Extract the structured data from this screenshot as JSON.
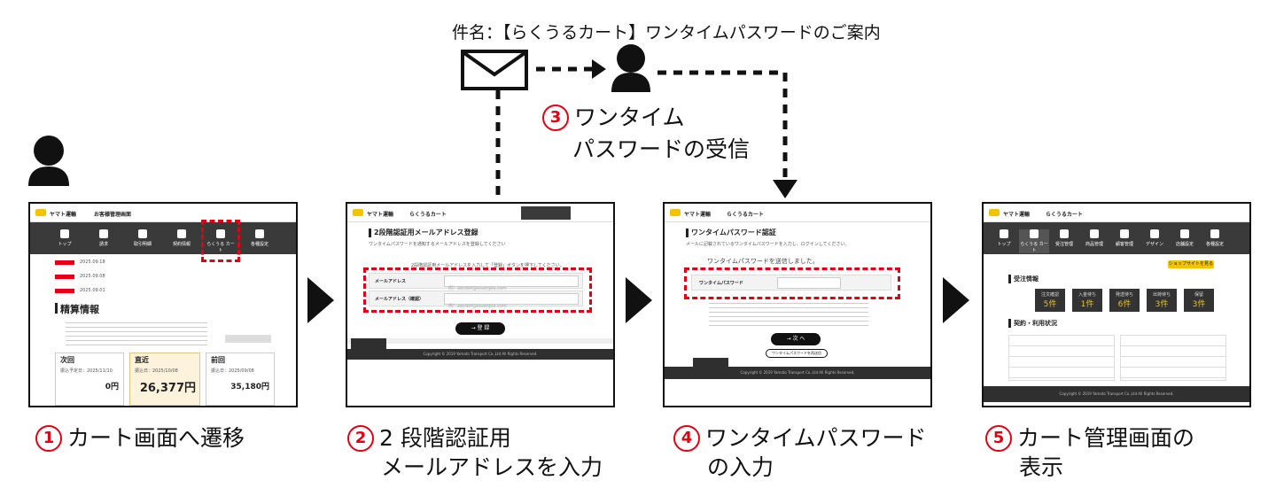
{
  "email_subject": "件名：【らくうるカート】ワンタイムパスワードのご案内",
  "steps": {
    "one": {
      "num": "1",
      "label": "カート画面へ遷移"
    },
    "two": {
      "num": "2",
      "line1": "2 段階認証用",
      "line2": "メールアドレスを入力"
    },
    "three": {
      "num": "3",
      "line1": "ワンタイム",
      "line2": "パスワードの受信"
    },
    "four": {
      "num": "4",
      "line1": "ワンタイムパスワード",
      "line2": "の入力"
    },
    "five": {
      "num": "5",
      "line1": "カート管理画面の",
      "line2": "表示"
    }
  },
  "screen1": {
    "brand": "ヤマト運輸",
    "header_title": "お客様管理画面",
    "nav": [
      "トップ",
      "請求",
      "取引明細",
      "契約情報",
      "らくうる カート",
      "各種設定"
    ],
    "notices": [
      "2025.09.18",
      "2025.09.08",
      "2025.09.01"
    ],
    "section_title": "精算情報",
    "cards": [
      {
        "title": "次回",
        "date": "振込予定日：2025/11/10",
        "amount": "0円"
      },
      {
        "title": "直近",
        "date": "振込日：2025/10/08",
        "amount": "26,377円"
      },
      {
        "title": "前回",
        "date": "振込日：2025/09/08",
        "amount": "35,180円"
      }
    ]
  },
  "screen2": {
    "brand": "ヤマト運輸",
    "cart_name": "らくうるカート",
    "title": "2段階認証用メールアドレス登録",
    "desc": "ワンタイムパスワードを通知するメールアドレスを登録してください",
    "instruction": "2段階認証用メールアドレスを入力して「登録」ボタンを押下してください。",
    "field1": "メールアドレス",
    "field2": "メールアドレス（確認）",
    "placeholder": "例）abcdef@example.com",
    "button": "→ 登 録",
    "footer": "Copyright © 2019 Yamato Transport Co.,Ltd All Rights Reserved."
  },
  "screen4": {
    "brand": "ヤマト運輸",
    "cart_name": "らくうるカート",
    "title": "ワンタイムパスワード認証",
    "desc": "メールに記載されているワンタイムパスワードを入力し、ログインしてください。",
    "sent": "ワンタイムパスワードを送信しました。",
    "field": "ワンタイムパスワード",
    "button": "→ 次 へ",
    "resend": "ワンタイムパスワードを再送信",
    "footer": "Copyright © 2019 Yamato Transport Co.,Ltd All Rights Reserved."
  },
  "screen5": {
    "brand": "ヤマト運輸",
    "cart_name": "らくうるカート",
    "nav": [
      "トップ",
      "らくうる カート",
      "受注管理",
      "商品管理",
      "顧客管理",
      "デザイン",
      "店舗設定",
      "各種設定"
    ],
    "shop_button": "ショップサイトを見る",
    "order_title": "受注情報",
    "stats": [
      {
        "label": "注文確認",
        "value": "5件"
      },
      {
        "label": "入金待ち",
        "value": "1件"
      },
      {
        "label": "発送待ち",
        "value": "6件"
      },
      {
        "label": "出荷待ち",
        "value": "3件"
      },
      {
        "label": "保留",
        "value": "3件"
      }
    ],
    "contract_title": "契約・利用状況",
    "footer": "Copyright © 2019 Yamato Transport Co.,Ltd All Rights Reserved."
  },
  "colors": {
    "accent_red": "#e60012",
    "dark": "#111111",
    "yellow": "#f5c400"
  }
}
